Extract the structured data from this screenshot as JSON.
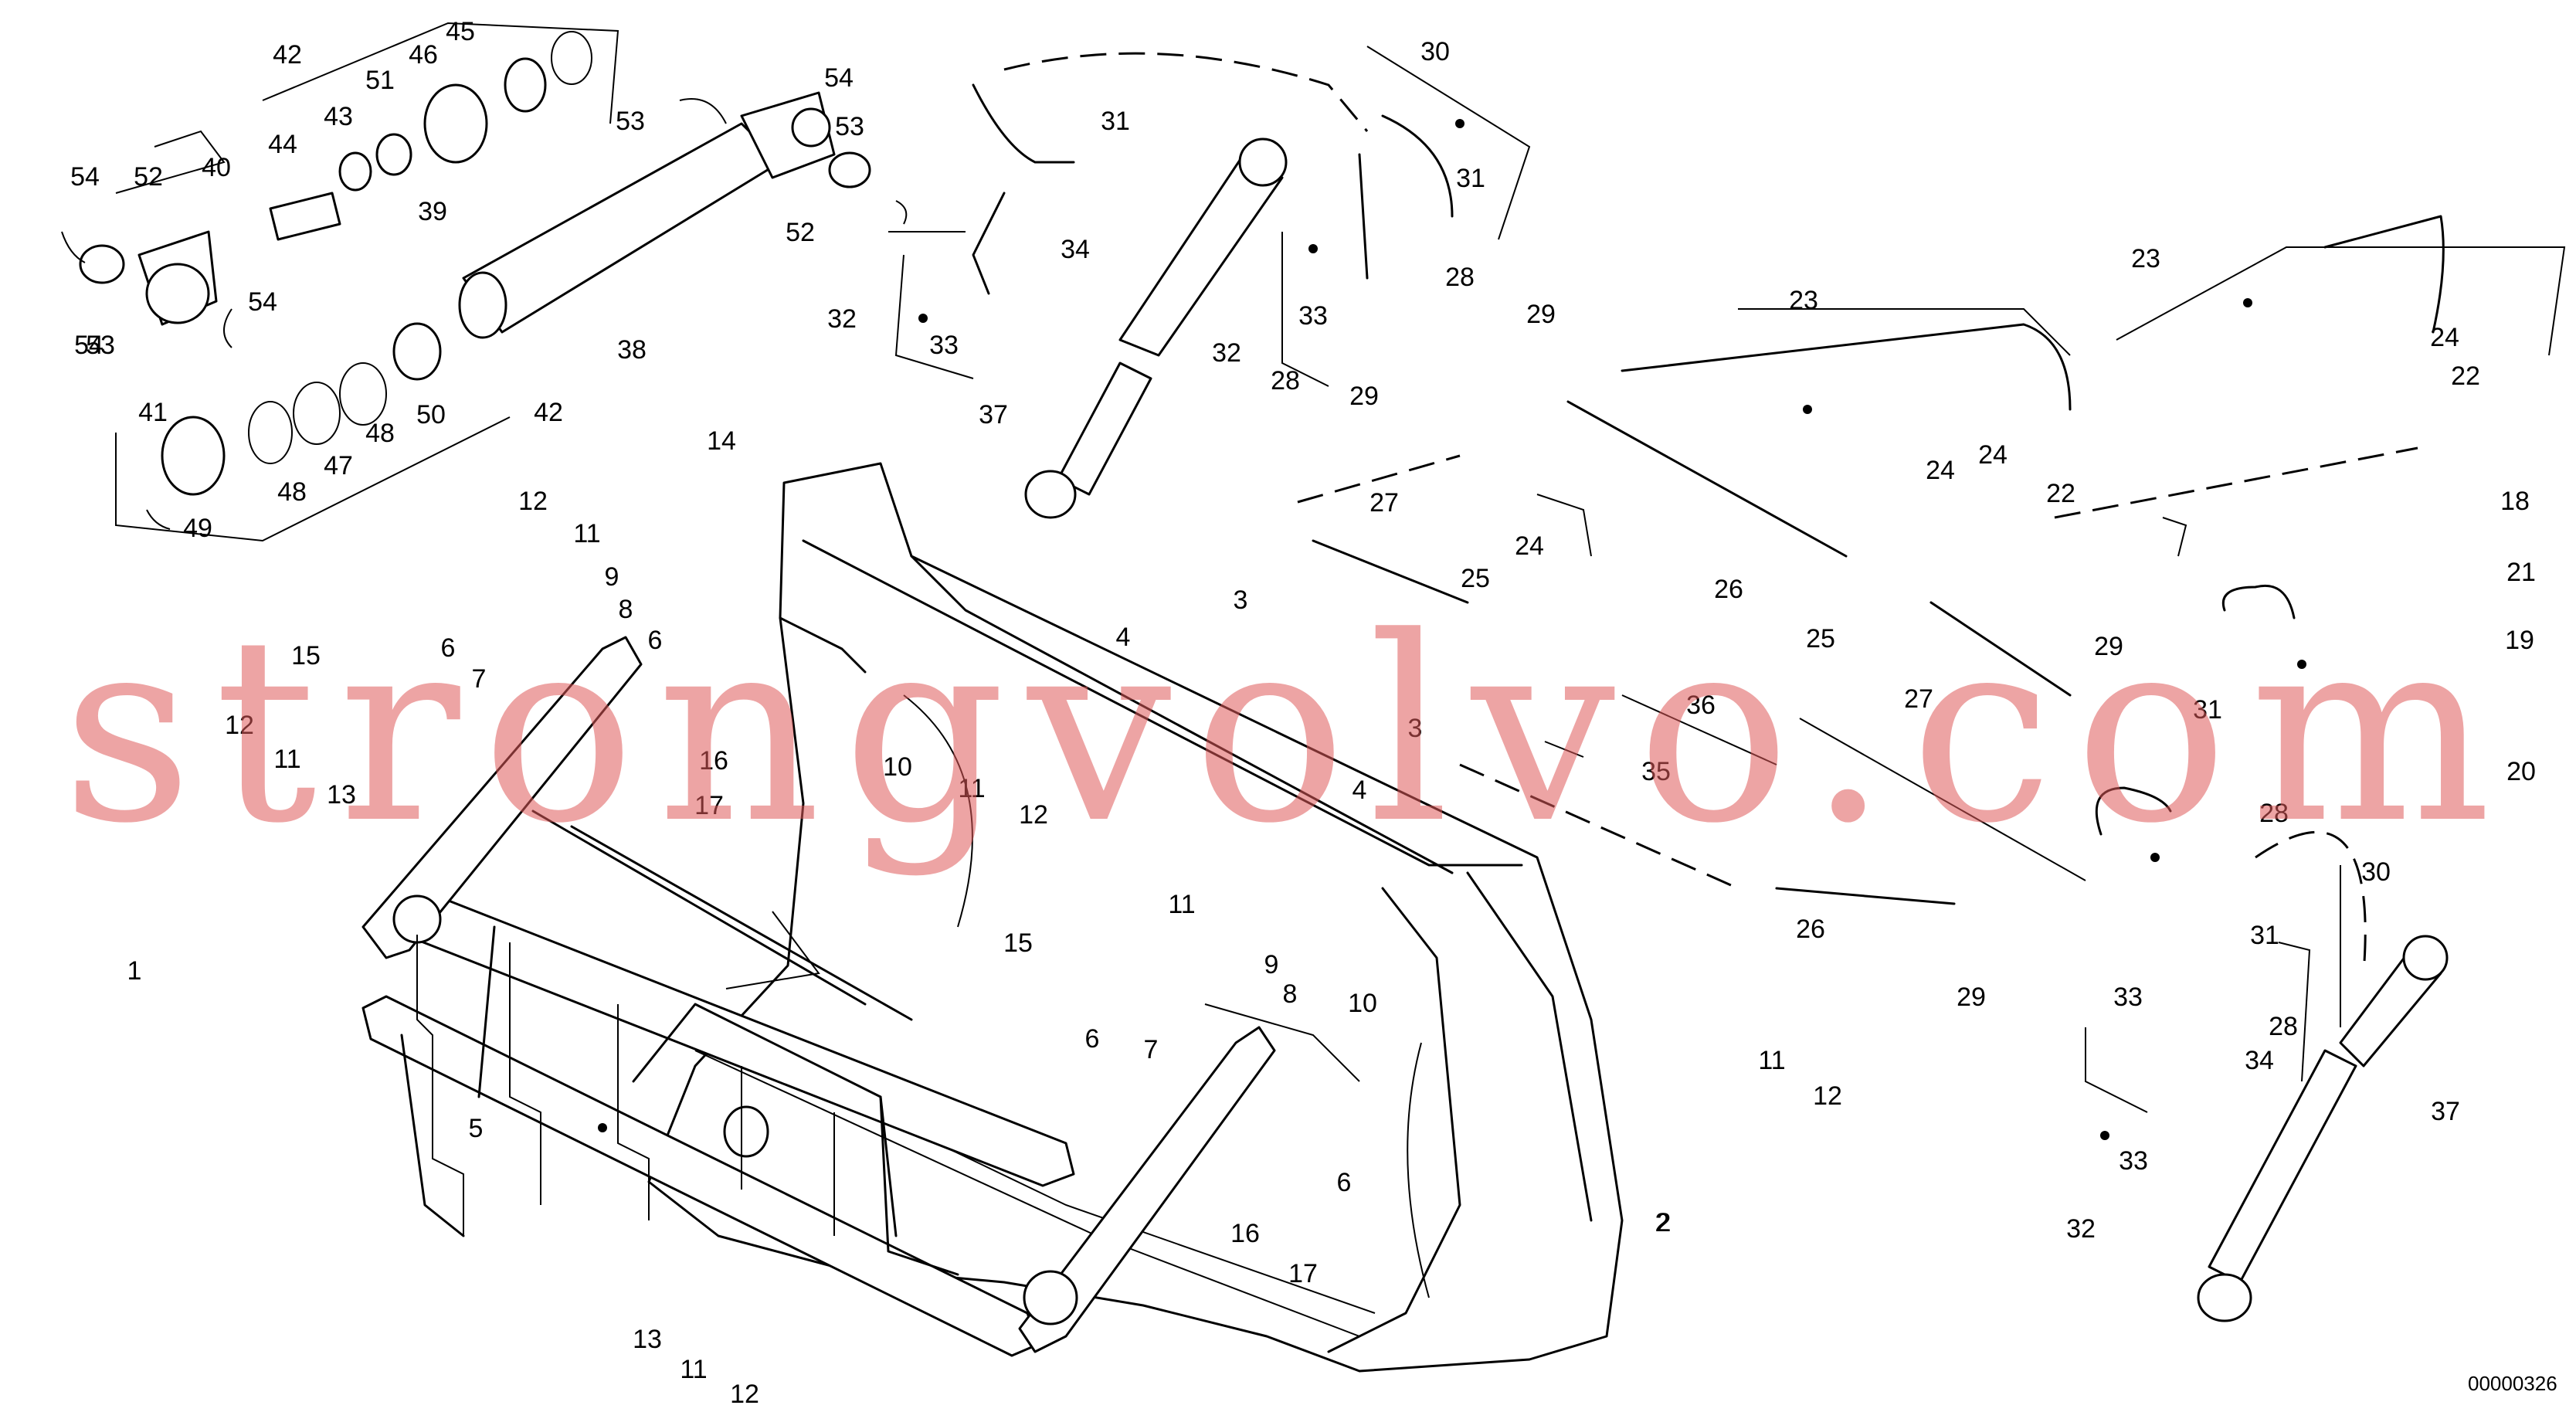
{
  "watermark": "strongvolvo.com",
  "reference_code": "00000326",
  "callouts": [
    {
      "label": "45"
    },
    {
      "label": "42"
    },
    {
      "label": "46"
    },
    {
      "label": "51"
    },
    {
      "label": "43"
    },
    {
      "label": "44"
    },
    {
      "label": "40"
    },
    {
      "label": "39"
    },
    {
      "label": "54"
    },
    {
      "label": "52"
    },
    {
      "label": "53"
    },
    {
      "label": "54"
    },
    {
      "label": "53"
    },
    {
      "label": "54"
    },
    {
      "label": "54"
    },
    {
      "label": "52"
    },
    {
      "label": "53"
    },
    {
      "label": "38"
    },
    {
      "label": "41"
    },
    {
      "label": "48"
    },
    {
      "label": "47"
    },
    {
      "label": "48"
    },
    {
      "label": "50"
    },
    {
      "label": "42"
    },
    {
      "label": "49"
    },
    {
      "label": "30"
    },
    {
      "label": "31"
    },
    {
      "label": "34"
    },
    {
      "label": "32"
    },
    {
      "label": "33"
    },
    {
      "label": "37"
    },
    {
      "label": "31"
    },
    {
      "label": "28"
    },
    {
      "label": "33"
    },
    {
      "label": "32"
    },
    {
      "label": "28"
    },
    {
      "label": "29"
    },
    {
      "label": "29"
    },
    {
      "label": "23"
    },
    {
      "label": "23"
    },
    {
      "label": "24"
    },
    {
      "label": "22"
    },
    {
      "label": "24"
    },
    {
      "label": "22"
    },
    {
      "label": "24"
    },
    {
      "label": "18"
    },
    {
      "label": "27"
    },
    {
      "label": "24"
    },
    {
      "label": "25"
    },
    {
      "label": "26"
    },
    {
      "label": "25"
    },
    {
      "label": "27"
    },
    {
      "label": "21"
    },
    {
      "label": "19"
    },
    {
      "label": "29"
    },
    {
      "label": "36"
    },
    {
      "label": "31"
    },
    {
      "label": "35"
    },
    {
      "label": "28"
    },
    {
      "label": "20"
    },
    {
      "label": "14"
    },
    {
      "label": "12"
    },
    {
      "label": "11"
    },
    {
      "label": "9"
    },
    {
      "label": "8"
    },
    {
      "label": "6"
    },
    {
      "label": "7"
    },
    {
      "label": "15"
    },
    {
      "label": "6"
    },
    {
      "label": "3"
    },
    {
      "label": "4"
    },
    {
      "label": "10"
    },
    {
      "label": "11"
    },
    {
      "label": "12"
    },
    {
      "label": "3"
    },
    {
      "label": "4"
    },
    {
      "label": "12"
    },
    {
      "label": "11"
    },
    {
      "label": "13"
    },
    {
      "label": "16"
    },
    {
      "label": "17"
    },
    {
      "label": "1"
    },
    {
      "label": "2"
    },
    {
      "label": "11"
    },
    {
      "label": "15"
    },
    {
      "label": "9"
    },
    {
      "label": "8"
    },
    {
      "label": "6"
    },
    {
      "label": "7"
    },
    {
      "label": "10"
    },
    {
      "label": "26"
    },
    {
      "label": "30"
    },
    {
      "label": "29"
    },
    {
      "label": "33"
    },
    {
      "label": "31"
    },
    {
      "label": "28"
    },
    {
      "label": "34"
    },
    {
      "label": "37"
    },
    {
      "label": "11"
    },
    {
      "label": "12"
    },
    {
      "label": "6"
    },
    {
      "label": "5"
    },
    {
      "label": "16"
    },
    {
      "label": "17"
    },
    {
      "label": "2"
    },
    {
      "label": "33"
    },
    {
      "label": "32"
    },
    {
      "label": "13"
    },
    {
      "label": "11"
    },
    {
      "label": "12"
    }
  ]
}
